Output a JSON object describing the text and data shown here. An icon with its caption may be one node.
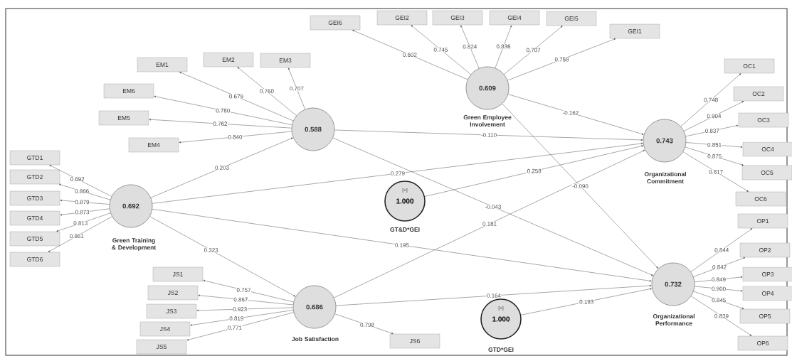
{
  "diagram": {
    "nodes": [
      {
        "text": [
          "0.588"
        ]
      },
      {
        "text": [
          "EM1"
        ]
      },
      {
        "text": [
          "EM2"
        ]
      },
      {
        "text": [
          "EM3"
        ]
      },
      {
        "text": [
          "EM6"
        ]
      },
      {
        "text": [
          "EM5"
        ]
      },
      {
        "text": [
          "EM4"
        ]
      },
      {
        "text": [
          "0.609",
          "Green Employee Involvement"
        ]
      },
      {
        "text": [
          "GEI6"
        ]
      },
      {
        "text": [
          "GEI2"
        ]
      },
      {
        "text": [
          "GEI3"
        ]
      },
      {
        "text": [
          "GEI4"
        ]
      },
      {
        "text": [
          "GEI5"
        ]
      },
      {
        "text": [
          "GEI1"
        ]
      },
      {
        "text": [
          "0.743",
          "Organizational Commitment"
        ]
      },
      {
        "text": [
          "OC1"
        ]
      },
      {
        "text": [
          "OC2"
        ]
      },
      {
        "text": [
          "OC3"
        ]
      },
      {
        "text": [
          "OC4"
        ]
      },
      {
        "text": [
          "OC5"
        ]
      },
      {
        "text": [
          "OC6"
        ]
      },
      {
        "text": [
          "0.692",
          "Green Training & Development"
        ]
      },
      {
        "text": [
          "GTD1"
        ]
      },
      {
        "text": [
          "GTD2"
        ]
      },
      {
        "text": [
          "GTD3"
        ]
      },
      {
        "text": [
          "GTD4"
        ]
      },
      {
        "text": [
          "GTD5"
        ]
      },
      {
        "text": [
          "GTD6"
        ]
      },
      {
        "text": [
          "[+]",
          "1.000",
          "GT&D*GEI"
        ]
      },
      {
        "text": [
          "0.686",
          "Job Satisfaction"
        ]
      },
      {
        "text": [
          "JS1"
        ]
      },
      {
        "text": [
          "JS2"
        ]
      },
      {
        "text": [
          "JS3"
        ]
      },
      {
        "text": [
          "JS4"
        ]
      },
      {
        "text": [
          "JS5"
        ]
      },
      {
        "text": [
          "JS6"
        ]
      },
      {
        "text": [
          "[+]",
          "1.000",
          "GTD*GEI"
        ]
      },
      {
        "text": [
          "0.732",
          "Organizational Performance"
        ]
      },
      {
        "text": [
          "OP1"
        ]
      },
      {
        "text": [
          "OP2"
        ]
      },
      {
        "text": [
          "OP3"
        ]
      },
      {
        "text": [
          "OP4"
        ]
      },
      {
        "text": [
          "OP5"
        ]
      },
      {
        "text": [
          "OP6"
        ]
      }
    ],
    "edges": [
      {
        "from": 0,
        "to": 1,
        "arrow": "to",
        "label": "0.679"
      },
      {
        "from": 0,
        "to": 2,
        "arrow": "to",
        "label": "0.760"
      },
      {
        "from": 0,
        "to": 3,
        "arrow": "to",
        "label": "0.707"
      },
      {
        "from": 0,
        "to": 4,
        "arrow": "to",
        "label": "0.780"
      },
      {
        "from": 0,
        "to": 5,
        "arrow": "to",
        "label": "0.762"
      },
      {
        "from": 0,
        "to": 6,
        "arrow": "to",
        "label": "0.840"
      },
      {
        "from": 7,
        "to": 8,
        "arrow": "to",
        "label": "0.602"
      },
      {
        "from": 7,
        "to": 9,
        "arrow": "to",
        "label": "0.745"
      },
      {
        "from": 7,
        "to": 10,
        "arrow": "to",
        "label": "0.824"
      },
      {
        "from": 7,
        "to": 11,
        "arrow": "to",
        "label": "0.836"
      },
      {
        "from": 7,
        "to": 12,
        "arrow": "to",
        "label": "0.707"
      },
      {
        "from": 7,
        "to": 13,
        "arrow": "to",
        "label": "0.758"
      },
      {
        "from": 14,
        "to": 15,
        "arrow": "to",
        "label": "0.748"
      },
      {
        "from": 14,
        "to": 16,
        "arrow": "to",
        "label": "0.904"
      },
      {
        "from": 14,
        "to": 17,
        "arrow": "to",
        "label": "0.837"
      },
      {
        "from": 14,
        "to": 18,
        "arrow": "to",
        "label": "0.851"
      },
      {
        "from": 14,
        "to": 19,
        "arrow": "to",
        "label": "0.875"
      },
      {
        "from": 14,
        "to": 20,
        "arrow": "to",
        "label": "0.817"
      },
      {
        "from": 21,
        "to": 22,
        "arrow": "to",
        "label": "0.692"
      },
      {
        "from": 21,
        "to": 23,
        "arrow": "to",
        "label": "0.866"
      },
      {
        "from": 21,
        "to": 24,
        "arrow": "to",
        "label": "0.879"
      },
      {
        "from": 21,
        "to": 25,
        "arrow": "to",
        "label": "0.873"
      },
      {
        "from": 21,
        "to": 26,
        "arrow": "to",
        "label": "0.813"
      },
      {
        "from": 21,
        "to": 27,
        "arrow": "to",
        "label": "0.861"
      },
      {
        "from": 29,
        "to": 30,
        "arrow": "to",
        "label": "0.757"
      },
      {
        "from": 29,
        "to": 31,
        "arrow": "to",
        "label": "0.867"
      },
      {
        "from": 29,
        "to": 32,
        "arrow": "to",
        "label": "0.923"
      },
      {
        "from": 29,
        "to": 33,
        "arrow": "to",
        "label": "0.819"
      },
      {
        "from": 29,
        "to": 34,
        "arrow": "to",
        "label": "0.771"
      },
      {
        "from": 29,
        "to": 35,
        "arrow": "to",
        "label": "0.798"
      },
      {
        "from": 37,
        "to": 38,
        "arrow": "to",
        "label": "0.844"
      },
      {
        "from": 37,
        "to": 39,
        "arrow": "to",
        "label": "0.842"
      },
      {
        "from": 37,
        "to": 40,
        "arrow": "to",
        "label": "0.849"
      },
      {
        "from": 37,
        "to": 41,
        "arrow": "to",
        "label": "0.900"
      },
      {
        "from": 37,
        "to": 42,
        "arrow": "to",
        "label": "0.845"
      },
      {
        "from": 37,
        "to": 43,
        "arrow": "to",
        "label": "0.839"
      },
      {
        "from": 21,
        "to": 0,
        "arrow": "to",
        "label": "0.203"
      },
      {
        "from": 0,
        "to": 14,
        "arrow": "to",
        "label": "-0.110"
      },
      {
        "from": 7,
        "to": 14,
        "arrow": "to",
        "label": "-0.162"
      },
      {
        "from": 21,
        "to": 14,
        "arrow": "to",
        "label": "0.279"
      },
      {
        "from": 28,
        "to": 14,
        "arrow": "to",
        "label": "0.258"
      },
      {
        "from": 29,
        "to": 14,
        "arrow": "to",
        "label": "0.181"
      },
      {
        "from": 0,
        "to": 37,
        "arrow": "to",
        "label": "-0.043"
      },
      {
        "from": 7,
        "to": 37,
        "arrow": "to",
        "label": "-0.090"
      },
      {
        "from": 21,
        "to": 37,
        "arrow": "to",
        "label": "0.195"
      },
      {
        "from": 21,
        "to": 29,
        "arrow": "to",
        "label": "0.323"
      },
      {
        "from": 29,
        "to": 37,
        "arrow": "to",
        "label": "0.164"
      },
      {
        "from": 36,
        "to": 37,
        "arrow": "to",
        "label": "0.193"
      }
    ]
  }
}
